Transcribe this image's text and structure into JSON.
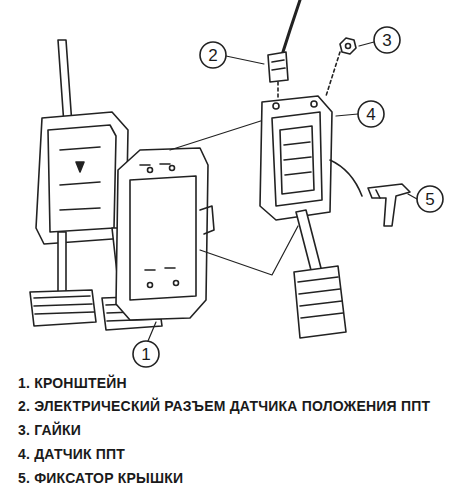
{
  "diagram": {
    "labels": [
      "2",
      "3",
      "4",
      "5",
      "1",
      "1. КРОНШТЕЙН",
      "2. ЭЛЕКТРИЧЕСКИЙ РАЗЪЕМ ДАТЧИКА ПОЛОЖЕНИЯ ППТ",
      "3. ГАЙКИ",
      "4. ДАТЧИК ППТ",
      "5. ФИКСАТОР КРЫШКИ"
    ]
  }
}
